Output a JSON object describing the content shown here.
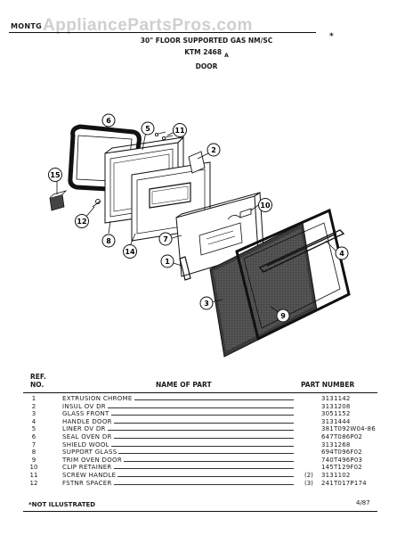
{
  "header": {
    "brand": "MONTG",
    "watermark": "AppliancePartsPros.com",
    "title_line1": "30\" FLOOR SUPPORTED GAS NM/SC",
    "model": "KTM 2468",
    "model_suffix": "A",
    "section": "DOOR",
    "marker": "*"
  },
  "diagram": {
    "callouts": [
      "1",
      "2",
      "3",
      "4",
      "5",
      "6",
      "7",
      "8",
      "9",
      "10",
      "11",
      "12",
      "14",
      "15"
    ]
  },
  "table": {
    "col_ref": "REF.",
    "col_no": "NO.",
    "col_name": "NAME OF PART",
    "col_part": "PART NUMBER",
    "rows": [
      {
        "ref": "1",
        "name": "EXTRUSION CHROME",
        "qty": "",
        "part": "3131142"
      },
      {
        "ref": "2",
        "name": "INSUL OV DR",
        "qty": "",
        "part": "3131208"
      },
      {
        "ref": "3",
        "name": "GLASS FRONT",
        "qty": "",
        "part": "3051152"
      },
      {
        "ref": "4",
        "name": "HANDLE DOOR",
        "qty": "",
        "part": "3131444"
      },
      {
        "ref": "5",
        "name": "LINER OV DR",
        "qty": "",
        "part": "381T092W04-86"
      },
      {
        "ref": "6",
        "name": "SEAL OVEN DR",
        "qty": "",
        "part": "647T086P02"
      },
      {
        "ref": "7",
        "name": "SHIELD WOOL",
        "qty": "",
        "part": "3131268"
      },
      {
        "ref": "8",
        "name": "SUPPORT GLASS",
        "qty": "",
        "part": "694T096F02"
      },
      {
        "ref": "9",
        "name": "TRIM OVEN DOOR",
        "qty": "",
        "part": "740T496P03"
      },
      {
        "ref": "10",
        "name": "CLIP RETAINER",
        "qty": "",
        "part": "145T129F02"
      },
      {
        "ref": "11",
        "name": "SCREW HANDLE",
        "qty": "(2)",
        "part": "3131102"
      },
      {
        "ref": "12",
        "name": "FSTNR SPACER",
        "qty": "(3)",
        "part": "241T017P174"
      }
    ]
  },
  "footer": {
    "note": "*NOT ILLUSTRATED",
    "date": "4/87"
  }
}
